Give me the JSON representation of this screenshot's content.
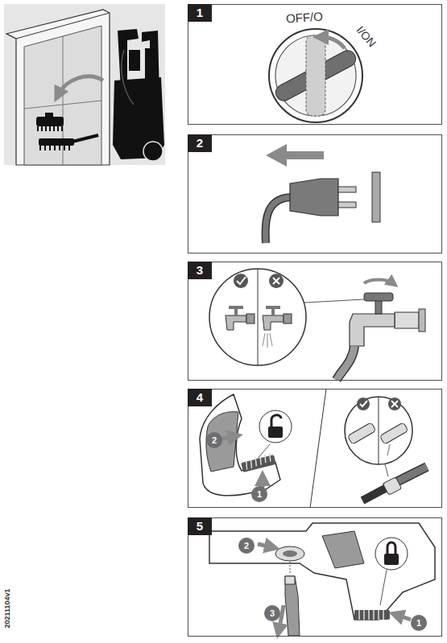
{
  "diagram": {
    "nodes": [
      {
        "text": [
          "1"
        ]
      },
      {
        "text": [
          "2"
        ]
      },
      {
        "text": [
          "3"
        ]
      },
      {
        "text": [
          "4"
        ]
      },
      {
        "text": [
          "5"
        ]
      }
    ],
    "labels": [
      "OFF/O",
      "I/ON",
      "2",
      "1",
      "2",
      "3",
      "1",
      "20211104v1"
    ]
  }
}
